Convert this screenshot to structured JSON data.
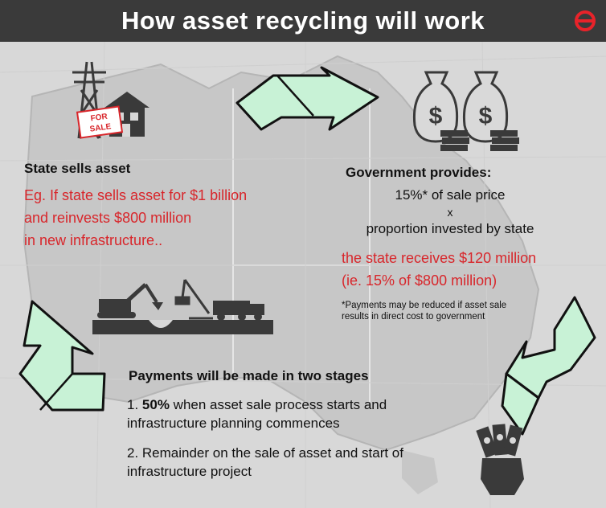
{
  "header": {
    "title": "How asset recycling will work"
  },
  "state_sells": {
    "heading": "State sells asset",
    "example_lines": [
      "Eg. If state sells asset for $1 billion",
      "and reinvests $800 million",
      "in new infrastructure.."
    ],
    "for_sale_sign": "FOR SALE"
  },
  "government": {
    "heading": "Government provides:",
    "formula_lines": [
      "15%* of sale price",
      "x",
      "proportion invested by state"
    ],
    "result_lines": [
      "the state receives $120 million",
      "(ie. 15% of $800 million)"
    ],
    "footnote_lines": [
      "*Payments may be reduced if asset sale",
      "results in direct cost to government"
    ]
  },
  "payments": {
    "heading": "Payments will be made in two stages",
    "stage1_prefix": "1. ",
    "stage1_bold": "50%",
    "stage1_rest": " when asset sale process starts and",
    "stage1_line2": "infrastructure planning commences",
    "stage2_line1": "2. Remainder on the sale of asset and start of",
    "stage2_line2": "infrastructure project"
  },
  "colors": {
    "header_bg": "#3a3a3a",
    "arrow_fill": "#c8f2d6",
    "accent_red": "#d8262b",
    "icon_dark": "#3a3a3a"
  },
  "icons": [
    "pylon-icon",
    "house-icon",
    "money-bag-icon",
    "cash-stack-icon",
    "excavator-icon",
    "crane-icon",
    "truck-icon",
    "hand-cash-icon",
    "logo-icon"
  ]
}
